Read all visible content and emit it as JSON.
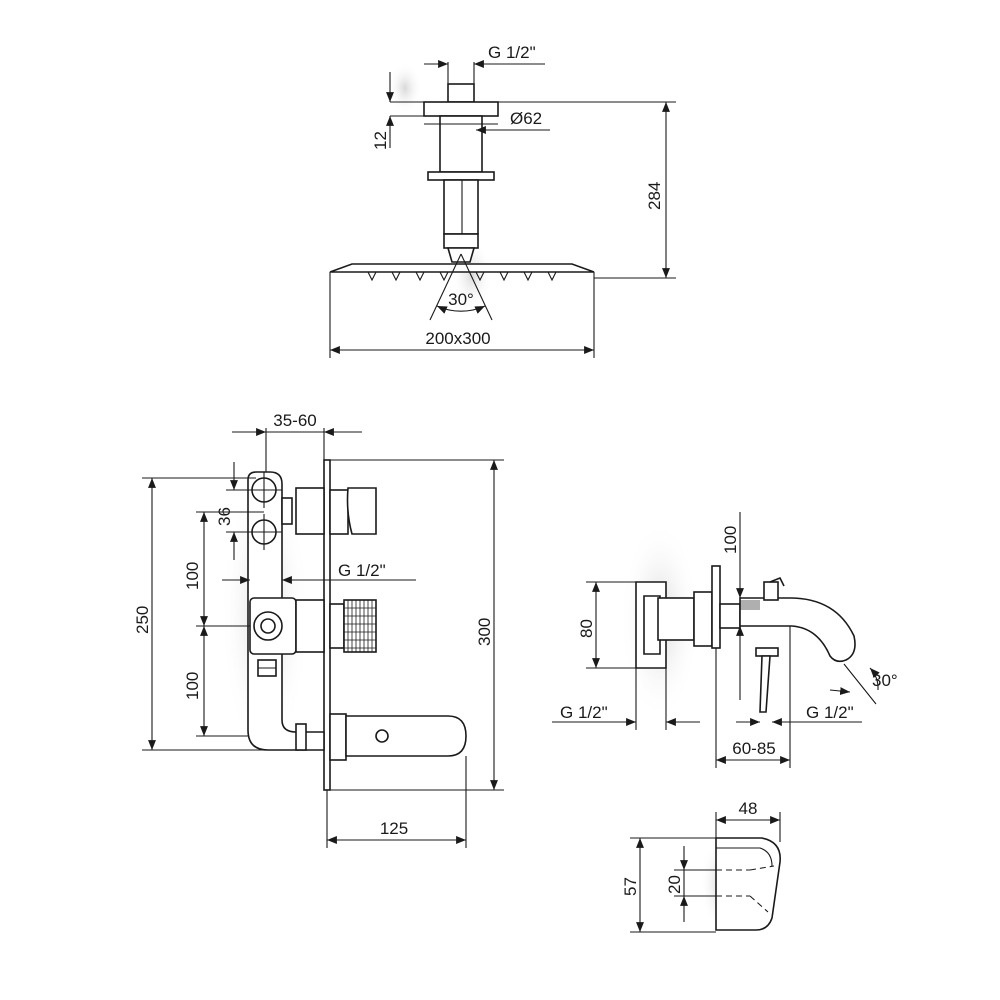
{
  "shower_head": {
    "thread": "G 1/2\"",
    "flange_diameter": "Ø62",
    "flange_height": "12",
    "total_height": "284",
    "spray_angle": "30°",
    "head_size": "200x300"
  },
  "mixer_body": {
    "depth_range": "35-60",
    "offset": "36",
    "outlet_spacing_upper": "100",
    "outlet_spacing_lower": "100",
    "thread": "G 1/2\"",
    "total_height": "250",
    "plate_height": "300",
    "plate_width": "125"
  },
  "bath_spout": {
    "height_above": "100",
    "body_height": "80",
    "spray_angle": "30°",
    "thread_left": "G 1/2\"",
    "thread_right": "G 1/2\"",
    "projection_range": "60-85"
  },
  "wall_outlet": {
    "width": "48",
    "height": "57",
    "outlet_height": "20"
  }
}
